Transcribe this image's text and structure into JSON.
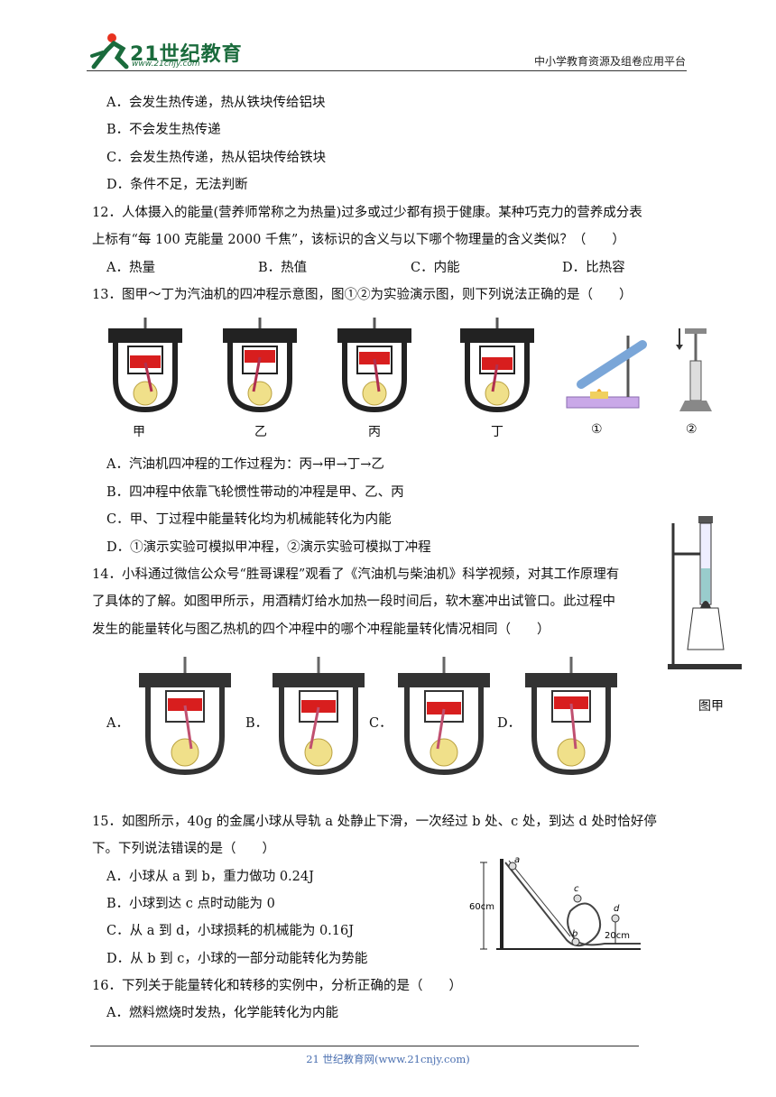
{
  "header": {
    "logo_text": "21世纪教育",
    "logo_url": "www.21cnjy.com",
    "platform": "中小学教育资源及组卷应用平台"
  },
  "q11": {
    "options": [
      "A．会发生热传递，热从铁块传给铝块",
      "B．不会发生热传递",
      "C．会发生热传递，热从铝块传给铁块",
      "D．条件不足，无法判断"
    ]
  },
  "q12": {
    "line1": "12．人体摄入的能量(营养师常称之为热量)过多或过少都有损于健康。某种巧克力的营养成分表",
    "line2": "上标有“每 100 克能量 2000 千焦”，该标识的含义与以下哪个物理量的含义类似？（　　）",
    "options": [
      "A．热量",
      "B．热值",
      "C．内能",
      "D．比热容"
    ]
  },
  "q13": {
    "stem": "13．图甲～丁为汽油机的四冲程示意图，图①②为实验演示图，则下列说法正确的是（　　）",
    "captions": [
      "甲",
      "乙",
      "丙",
      "丁",
      "①",
      "②"
    ],
    "options": [
      "A．汽油机四冲程的工作过程为：丙→甲→丁→乙",
      "B．四冲程中依靠飞轮惯性带动的冲程是甲、乙、丙",
      "C．甲、丁过程中能量转化均为机械能转化为内能",
      "D．①演示实验可模拟甲冲程，②演示实验可模拟丁冲程"
    ]
  },
  "q14": {
    "line1": "14．小科通过微信公众号“胜哥课程”观看了《汽油机与柴油机》科学视频，对其工作原理有",
    "line2": "了具体的了解。如图甲所示，用酒精灯给水加热一段时间后，软木塞冲出试管口。此过程中",
    "line3": "发生的能量转化与图乙热机的四个冲程中的哪个冲程能量转化情况相同（　　）",
    "figure_caption": "图甲",
    "option_labels": [
      "A．",
      "B．",
      "C．",
      "D．"
    ]
  },
  "q15": {
    "line1": "15．如图所示，40g 的金属小球从导轨 a 处静止下滑，一次经过 b 处、c 处，到达 d 处时恰好停",
    "line2": "下。下列说法错误的是（　　）",
    "options": [
      "A．小球从 a 到 b，重力做功 0.24J",
      "B．小球到达 c 点时动能为 0",
      "C．从 a 到 d，小球损耗的机械能为 0.16J",
      "D．从 b 到 c，小球的一部分动能转化为势能"
    ],
    "figure": {
      "h1": "60cm",
      "h2": "20cm",
      "a": "a",
      "b": "b",
      "c": "c",
      "d": "d"
    }
  },
  "q16": {
    "stem": "16．下列关于能量转化和转移的实例中，分析正确的是（　　）",
    "options": [
      "A．燃料燃烧时发热，化学能转化为内能"
    ]
  },
  "footer": {
    "text": "21 世纪教育网(www.21cnjy.com)"
  },
  "colors": {
    "brand": "#1a6b3c",
    "piston": "#d81e1e",
    "footer": "#4a6fb0"
  }
}
